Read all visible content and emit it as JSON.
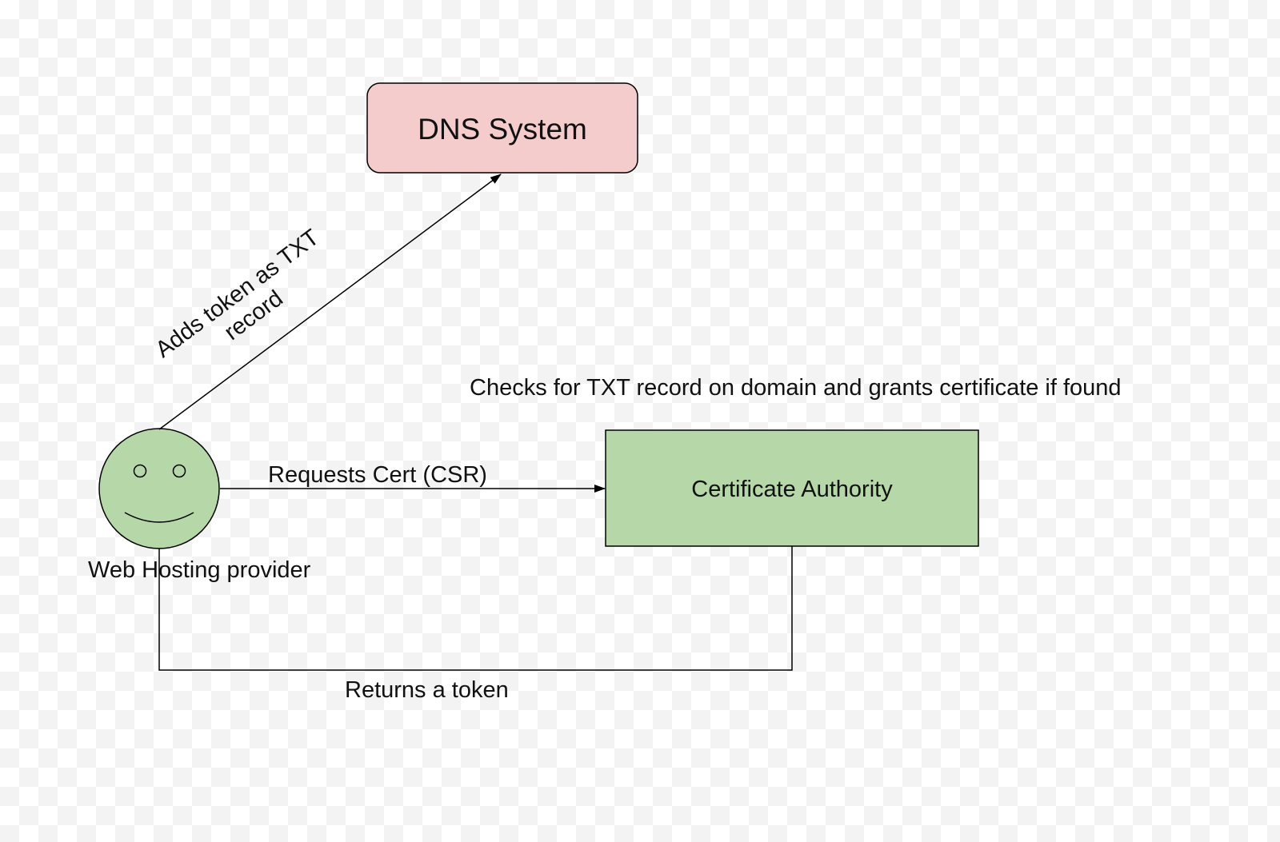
{
  "nodes": {
    "dns_system": {
      "label": "DNS System",
      "fill": "#f4cccc"
    },
    "certificate_authority": {
      "label": "Certificate Authority",
      "fill": "#b6d7a8"
    },
    "web_hosting_provider": {
      "label": "Web Hosting provider",
      "icon": "smiley-face-icon",
      "fill": "#b6d7a8"
    }
  },
  "edges": {
    "request_cert": {
      "label": "Requests Cert (CSR)"
    },
    "returns_token": {
      "label": "Returns a token"
    },
    "adds_token": {
      "label_line1": "Adds token as TXT",
      "label_line2": "record"
    }
  },
  "annotations": {
    "ca_check": "Checks for TXT record on domain and grants certificate if found"
  },
  "colors": {
    "line": "#000000",
    "text": "#111111"
  }
}
